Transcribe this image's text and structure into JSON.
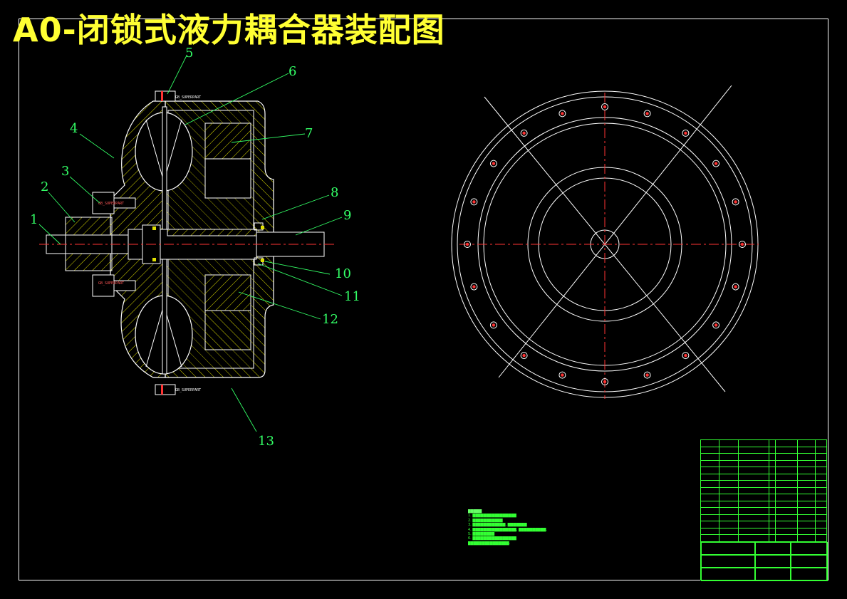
{
  "title": "A0-闭锁式液力耦合器装配图",
  "callouts": [
    "1",
    "2",
    "3",
    "4",
    "5",
    "6",
    "7",
    "8",
    "9",
    "10",
    "11",
    "12",
    "13"
  ],
  "part_tag": "GB_SUPERPART",
  "colors": {
    "title": "#ffff33",
    "callout": "#33ff66",
    "linework": "#ffffff",
    "hatch": "#e0e000",
    "centerline": "#ff3333",
    "table": "#33ff33"
  }
}
